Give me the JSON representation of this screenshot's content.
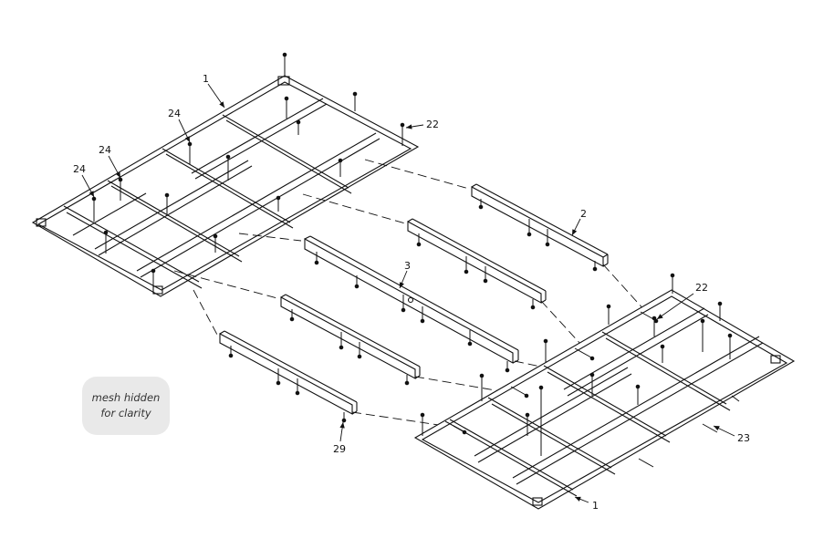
{
  "note": {
    "line1": "mesh hidden",
    "line2": "for clarity"
  },
  "callouts": {
    "frame_left": "1",
    "frame_right": "1",
    "rail_2": "2",
    "rail_3": "3",
    "pin_22_left": "22",
    "pin_22_right": "22",
    "pin_23": "23",
    "pin_24_a": "24",
    "pin_24_b": "24",
    "pin_24_c": "24",
    "rail_29": "29"
  },
  "colors": {
    "line": "#111111",
    "note_bg": "#e9e9e9"
  }
}
